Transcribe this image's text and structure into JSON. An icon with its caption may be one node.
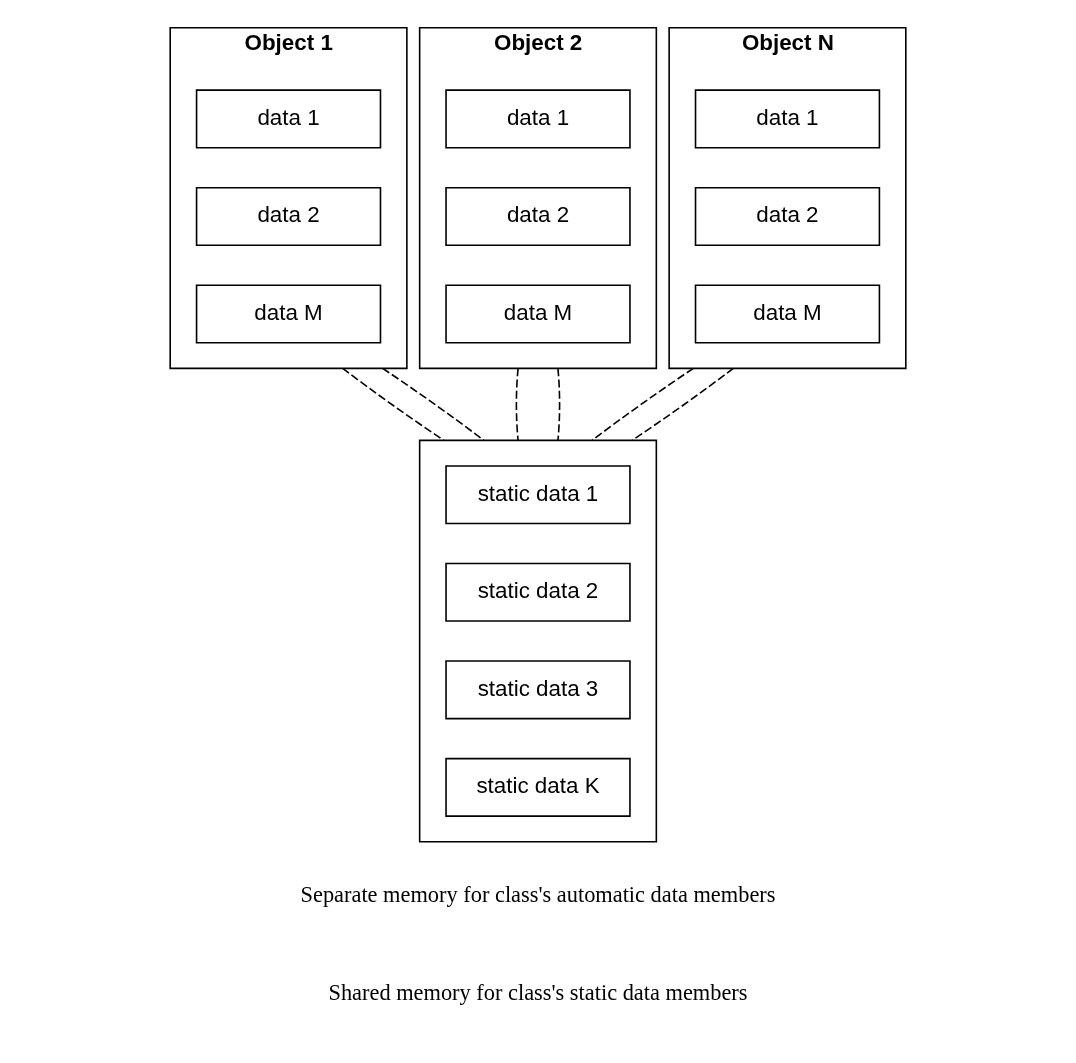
{
  "diagram": {
    "nodes": [
      {
        "text": [
          "Object 1"
        ]
      },
      {
        "text": [
          "data 1"
        ],
        "in": 0
      },
      {
        "text": [
          "data 2"
        ],
        "in": 0
      },
      {
        "text": [
          "data M"
        ],
        "in": 0
      },
      {
        "text": [
          "Object 2"
        ]
      },
      {
        "text": [
          "data 1"
        ],
        "in": 4
      },
      {
        "text": [
          "data 2"
        ],
        "in": 4
      },
      {
        "text": [
          "data M"
        ],
        "in": 4
      },
      {
        "text": [
          "Object N"
        ]
      },
      {
        "text": [
          "data 1"
        ],
        "in": 8
      },
      {
        "text": [
          "data 2"
        ],
        "in": 8
      },
      {
        "text": [
          "data M"
        ],
        "in": 8
      },
      {
        "text": [],
        "shape": "box"
      },
      {
        "text": [
          "static data 1"
        ],
        "in": 12
      },
      {
        "text": [
          "static data 2"
        ],
        "in": 12
      },
      {
        "text": [
          "static data 3"
        ],
        "in": 12
      },
      {
        "text": [
          "static data K"
        ],
        "in": 12
      }
    ],
    "edges": [
      {
        "from": 0,
        "to": 12,
        "arrow": "none",
        "style": "dashed"
      },
      {
        "from": 0,
        "to": 12,
        "arrow": "none",
        "style": "dashed"
      },
      {
        "from": 4,
        "to": 12,
        "arrow": "none",
        "style": "dashed"
      },
      {
        "from": 4,
        "to": 12,
        "arrow": "none",
        "style": "dashed"
      },
      {
        "from": 8,
        "to": 12,
        "arrow": "none",
        "style": "dashed"
      },
      {
        "from": 8,
        "to": 12,
        "arrow": "none",
        "style": "dashed"
      }
    ],
    "labels": [
      "Separate memory for class's automatic data members",
      "Shared memory for class's static data members"
    ]
  }
}
